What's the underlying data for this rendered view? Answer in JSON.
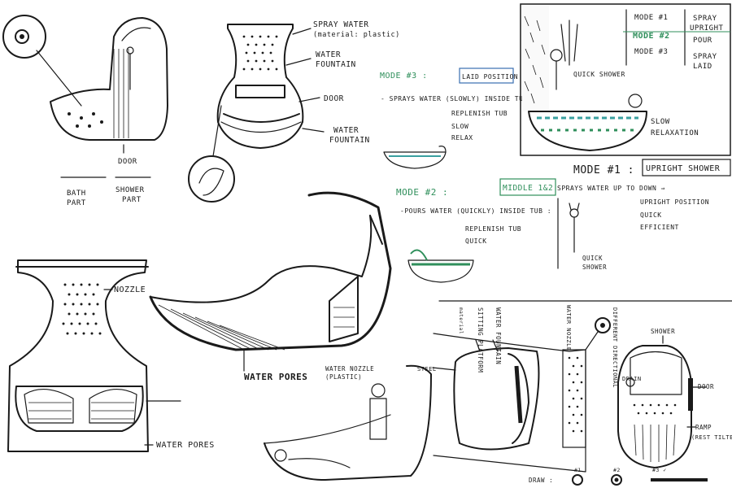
{
  "sketch1": {
    "door": "DOOR",
    "bath_part": [
      "BATH",
      "PART"
    ],
    "shower_part": [
      "SHOWER",
      "PART"
    ]
  },
  "sketch2": {
    "spray_water": "SPRAY WATER",
    "material": "(material: plastic)",
    "water_fountain_1": [
      "WATER",
      "FOUNTAIN"
    ],
    "door": "DOOR",
    "water_fountain_2": [
      "WATER",
      "FOUNTAIN"
    ]
  },
  "mode3": {
    "title": "MODE #3 :",
    "box": "LAID POSITION",
    "desc": "- SPRAYS WATER (SLOWLY) INSIDE TUB",
    "items": [
      "REPLENISH TUB",
      "SLOW",
      "RELAX"
    ]
  },
  "topright": {
    "modes": [
      "MODE #1",
      "MODE #2",
      "MODE #3"
    ],
    "actions": [
      [
        "SPRAY",
        "UPRIGHT"
      ],
      [
        "POUR"
      ],
      [
        "SPRAY",
        "LAID"
      ]
    ],
    "quick_shower": "QUICK SHOWER",
    "slow_relax": [
      "SLOW",
      "RELAXATION"
    ]
  },
  "mode1": {
    "title": "MODE #1 :",
    "box": "UPRIGHT SHOWER",
    "desc": "SPRAYS WATER UP TO DOWN ⇒",
    "items": [
      "UPRIGHT POSITION",
      "QUICK",
      "EFFICIENT"
    ],
    "quick_shower": [
      "QUICK",
      "SHOWER"
    ]
  },
  "mode2": {
    "title": "MODE #2 :",
    "box": "MIDDLE 1&2",
    "desc": "-POURS WATER (QUICKLY) INSIDE TUB :",
    "items": [
      "REPLENISH TUB",
      "QUICK"
    ]
  },
  "sketch_nozzle": {
    "nozzle": "NOZZLE",
    "water_pores": "WATER PORES"
  },
  "sketch_center": {
    "water_pores": "WATER PORES",
    "water_nozzle": [
      "WATER NOZZLE",
      "(PLASTIC)"
    ]
  },
  "sketch_right": {
    "steel": "STEEL",
    "vertical_labels": [
      "SITTING PLATFORM",
      "WATER FOUNTAIN",
      "WATER NOZZLE",
      "DIFFERENT DIRECTIONAL"
    ],
    "extra_label": "material",
    "shower": "SHOWER",
    "drain": "DRAIN",
    "door": "DOOR",
    "ramp": [
      "RAMP",
      "(REST TILTED)"
    ],
    "draw": "DRAW :",
    "draw_options": [
      "#1",
      "#2",
      "#3 ✓"
    ]
  }
}
